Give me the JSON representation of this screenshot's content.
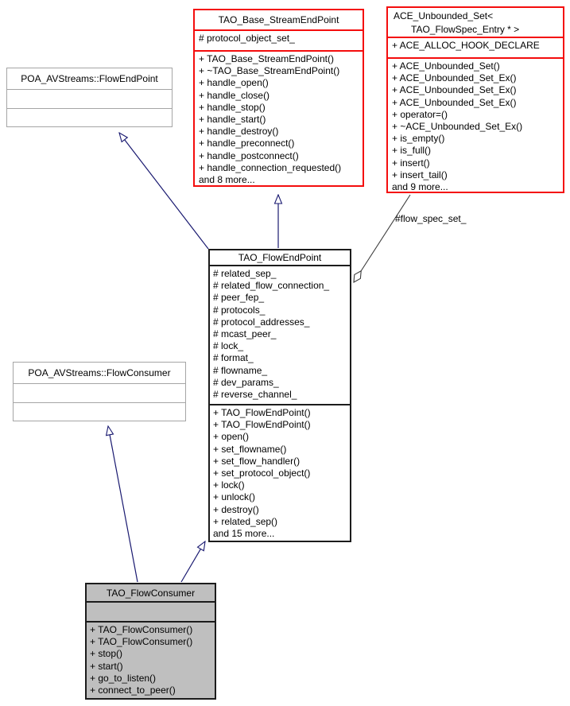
{
  "diagram": {
    "type": "uml-collaboration-graph",
    "colors": {
      "inheritance_edge": "#191970",
      "aggregation_edge": "#3c3c3c",
      "truncated_class_border": "#f40d0d",
      "stub_class_border": "#a5a5a5",
      "class_border": "#1c1c1c",
      "current_class_fill": "#bfbfbf",
      "background": "#ffffff"
    },
    "relationships": [
      {
        "type": "inheritance",
        "from": "TAO_FlowEndPoint",
        "to": "POA_AVStreams::FlowEndPoint"
      },
      {
        "type": "inheritance",
        "from": "TAO_FlowEndPoint",
        "to": "TAO_Base_StreamEndPoint"
      },
      {
        "type": "aggregation",
        "from": "ACE_Unbounded_Set< TAO_FlowSpec_Entry * >",
        "to": "TAO_FlowEndPoint",
        "label": "#flow_spec_set_"
      },
      {
        "type": "inheritance",
        "from": "TAO_FlowConsumer",
        "to": "POA_AVStreams::FlowConsumer"
      },
      {
        "type": "inheritance",
        "from": "TAO_FlowConsumer",
        "to": "TAO_FlowEndPoint"
      }
    ]
  },
  "boxes": {
    "poa_flow_end_point": {
      "title": "POA_AVStreams::FlowEndPoint"
    },
    "tao_base_stream_end_point": {
      "title": "TAO_Base_StreamEndPoint",
      "attributes": [
        "# protocol_object_set_"
      ],
      "methods": [
        "+ TAO_Base_StreamEndPoint()",
        "+ ~TAO_Base_StreamEndPoint()",
        "+ handle_open()",
        "+ handle_close()",
        "+ handle_stop()",
        "+ handle_start()",
        "+ handle_destroy()",
        "+ handle_preconnect()",
        "+ handle_postconnect()",
        "+ handle_connection_requested()",
        "and 8 more..."
      ]
    },
    "ace_unbounded_set": {
      "title_line1": "ACE_Unbounded_Set<",
      "title_line2": "TAO_FlowSpec_Entry * >",
      "attributes": [
        "+ ACE_ALLOC_HOOK_DECLARE"
      ],
      "methods": [
        "+ ACE_Unbounded_Set()",
        "+ ACE_Unbounded_Set_Ex()",
        "+ ACE_Unbounded_Set_Ex()",
        "+ ACE_Unbounded_Set_Ex()",
        "+ operator=()",
        "+ ~ACE_Unbounded_Set_Ex()",
        "+ is_empty()",
        "+ is_full()",
        "+ insert()",
        "+ insert_tail()",
        "and 9 more..."
      ]
    },
    "tao_flow_end_point": {
      "title": "TAO_FlowEndPoint",
      "attributes": [
        "# related_sep_",
        "# related_flow_connection_",
        "# peer_fep_",
        "# protocols_",
        "# protocol_addresses_",
        "# mcast_peer_",
        "# lock_",
        "# format_",
        "# flowname_",
        "# dev_params_",
        "# reverse_channel_"
      ],
      "methods": [
        "+ TAO_FlowEndPoint()",
        "+ TAO_FlowEndPoint()",
        "+ open()",
        "+ set_flowname()",
        "+ set_flow_handler()",
        "+ set_protocol_object()",
        "+ lock()",
        "+ unlock()",
        "+ destroy()",
        "+ related_sep()",
        "and 15 more..."
      ]
    },
    "poa_flow_consumer": {
      "title": "POA_AVStreams::FlowConsumer"
    },
    "tao_flow_consumer": {
      "title": "TAO_FlowConsumer",
      "methods": [
        "+ TAO_FlowConsumer()",
        "+ TAO_FlowConsumer()",
        "+ stop()",
        "+ start()",
        "+ go_to_listen()",
        "+ connect_to_peer()"
      ]
    }
  },
  "edges": {
    "aggregation": {
      "label": "#flow_spec_set_"
    }
  }
}
